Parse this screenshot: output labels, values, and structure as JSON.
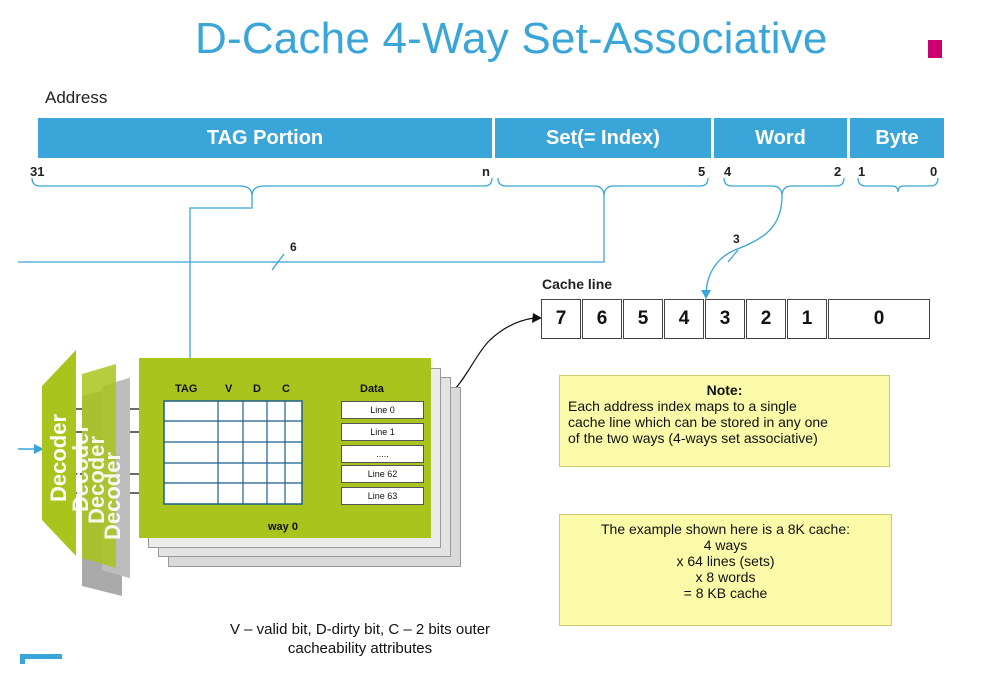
{
  "title": "D-Cache 4-Way Set-Associative",
  "address": {
    "label": "Address",
    "fields": [
      "TAG Portion",
      "Set(= Index)",
      "Word",
      "Byte"
    ],
    "bits": {
      "tag_high": "31",
      "tag_low": "n",
      "set_high": "5",
      "word_high": "4",
      "word_low": "2",
      "byte_high": "1",
      "byte_low": "0"
    },
    "set_width": "6",
    "word_width": "3"
  },
  "cache_line": {
    "label": "Cache line",
    "cells": [
      "7",
      "6",
      "5",
      "4",
      "3",
      "2",
      "1",
      "0"
    ]
  },
  "way": {
    "headers": {
      "tag": "TAG",
      "v": "V",
      "d": "D",
      "c": "C",
      "data": "Data"
    },
    "lines": [
      "Line 0",
      "Line 1",
      ".....",
      "Line 62",
      "Line 63"
    ],
    "label": "way 0"
  },
  "decoder": {
    "labels": [
      "Decoder",
      "Decoder",
      "Decoder",
      "Decoder"
    ]
  },
  "note1": {
    "title": "Note:",
    "lines": [
      "Each address index maps to a single",
      "cache line which can be stored in any one",
      "of the two  ways (4-ways set associative)"
    ]
  },
  "note2": {
    "lines": [
      "The example shown here is a 8K cache:",
      "4 ways",
      "x 64 lines (sets)",
      "x 8 words",
      "= 8 KB cache"
    ]
  },
  "bottom_note": {
    "lines": [
      "V – valid bit, D-dirty bit, C – 2 bits outer",
      "cacheability attributes"
    ]
  },
  "colors": {
    "accent": "#3aa5d8",
    "way_green": "#a9c41c",
    "note_yellow": "#fafaa8",
    "mark": "#cc0070"
  }
}
